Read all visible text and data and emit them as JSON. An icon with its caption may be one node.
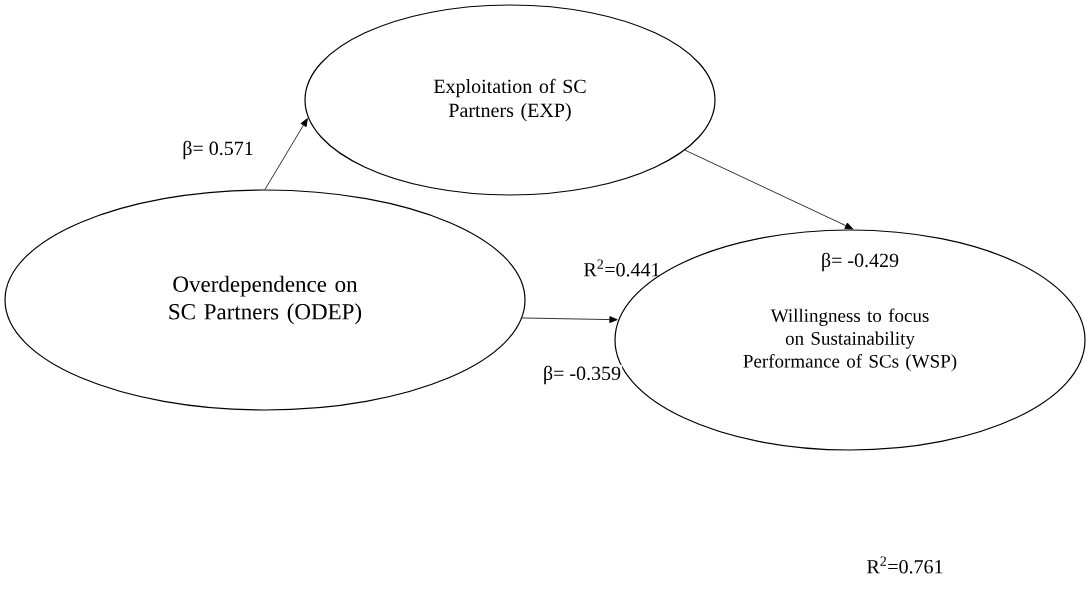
{
  "diagram": {
    "nodes": [
      {
        "text": [
          "Exploitation of SC Partners (EXP)"
        ]
      },
      {
        "text": [
          "Overdependence on SC Partners (ODEP)"
        ]
      },
      {
        "text": [
          "Willingness to focus on Sustainability Performance of SCs (WSP)"
        ]
      }
    ],
    "labels": [
      "R$^{2}$=0.441",
      "R$^{2}$=0.761"
    ],
    "edges": [
      {
        "from": 1,
        "to": 0,
        "arrow": "to",
        "label": "β= 0.571"
      },
      {
        "from": 0,
        "to": 2,
        "arrow": "to",
        "label": "β= -0.429"
      },
      {
        "from": 1,
        "to": 2,
        "arrow": "to",
        "label": "β= -0.359"
      }
    ]
  }
}
